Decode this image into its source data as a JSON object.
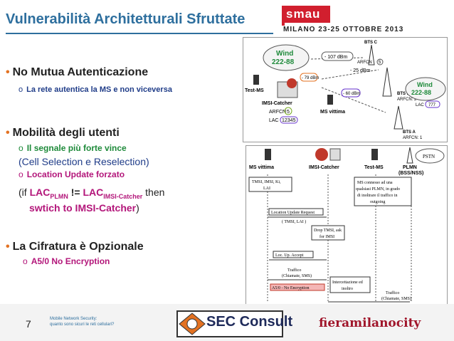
{
  "header": {
    "title": "Vulnerabilità Architetturali Sfruttate",
    "event_logo": "smau",
    "event_date": "MILANO 23-25 OTTOBRE 2013"
  },
  "bullets": {
    "b1": "No Mutua Autenticazione",
    "b1_sub": "La rete autentica la MS e non viceversa",
    "b2": "Mobilità degli utenti",
    "b2_sub1": "Il segnale più forte vince",
    "b2_line": "(Cell Selection e Reselection)",
    "b2_sub2": "Location Update forzato",
    "formula": {
      "open": "(if ",
      "lac1": "LAC",
      "lac1_sub": "PLMN",
      "neq": " != ",
      "lac2": "LAC",
      "lac2_sub": "IMSI-Catcher",
      "then": " then",
      "line2": "swtich to IMSI-Catcher",
      "close": ")"
    },
    "b3": "La Cifratura è Opzionale",
    "b3_sub": "A5/0 No Encryption",
    "marker": "•",
    "sub_marker": "o"
  },
  "figure1": {
    "wind_left": "Wind",
    "wind_left_num": "222-88",
    "test_ms": "Test-MS",
    "bts_c": "BTS C",
    "bts_c_arfcn": "ARFCN",
    "bts_c_arfcn_val": "5",
    "sig1": "- 107 dBm",
    "sig2": "- 79 dBm",
    "sig3": "- 25 dBm",
    "sig4": "- 60 dBm",
    "imsi_catcher": "IMSI-Catcher",
    "arfcn_label": "ARFCN",
    "arfcn_val": "5",
    "lac_label": "LAC",
    "lac_val": "12345",
    "ms_vittima": "MS vittima",
    "bts_b": "BTS B",
    "bts_b_arfcn": "ARFCN: 2",
    "wind_right": "Wind",
    "wind_right_num": "222-88",
    "lac_right": "LAC",
    "lac_right_val": "777",
    "bts_a": "BTS A",
    "bts_a_arfcn": "ARFCN: 1"
  },
  "figure2": {
    "col_ms": "MS vittima",
    "col_imsi": "IMSI-Catcher",
    "col_test": "Test-MS",
    "col_plmn": "PLMN",
    "col_plmn2": "(BSS/NSS)",
    "pstn": "PSTN",
    "box1_l1": "TMSI, IMSI, Ki,",
    "box1_l2": "LAI",
    "box2_l1": "MS connesso ad una",
    "box2_l2": "qualsiasi PLMN, in grado",
    "box2_l3": "di inoltrare il traffico in",
    "box2_l4": "outgoing",
    "msg1": "Location Update Request",
    "msg1b": "( TMSI, LAI )",
    "box3_l1": "Drop TMSI, ask",
    "box3_l2": "for IMSI",
    "msg2": "Loc. Up. Accept",
    "msg3": "Traffico",
    "msg3b": "(Chiamate, SMS)",
    "msg4": "A5/0 - No Encryption",
    "box4_l1": "Intercettazione ed",
    "box4_l2": "inoltro",
    "msg5": "Traffico",
    "msg5b": "(Chiamate, SMS)"
  },
  "footer": {
    "page_number": "7",
    "line1": "Mobile Network Security:",
    "line2": "quanto sono sicuri le reti cellulari?",
    "sec_consult": "SEC Consult",
    "fiera": "fieramilanocity"
  },
  "colors": {
    "title": "#2e6f9e",
    "bullet": "#e37222",
    "blue_sub": "#1f3c88",
    "green_sub": "#1e8a3a",
    "magenta": "#b3167a",
    "smau_red": "#d11f2e",
    "fiera_red": "#a0152a"
  }
}
